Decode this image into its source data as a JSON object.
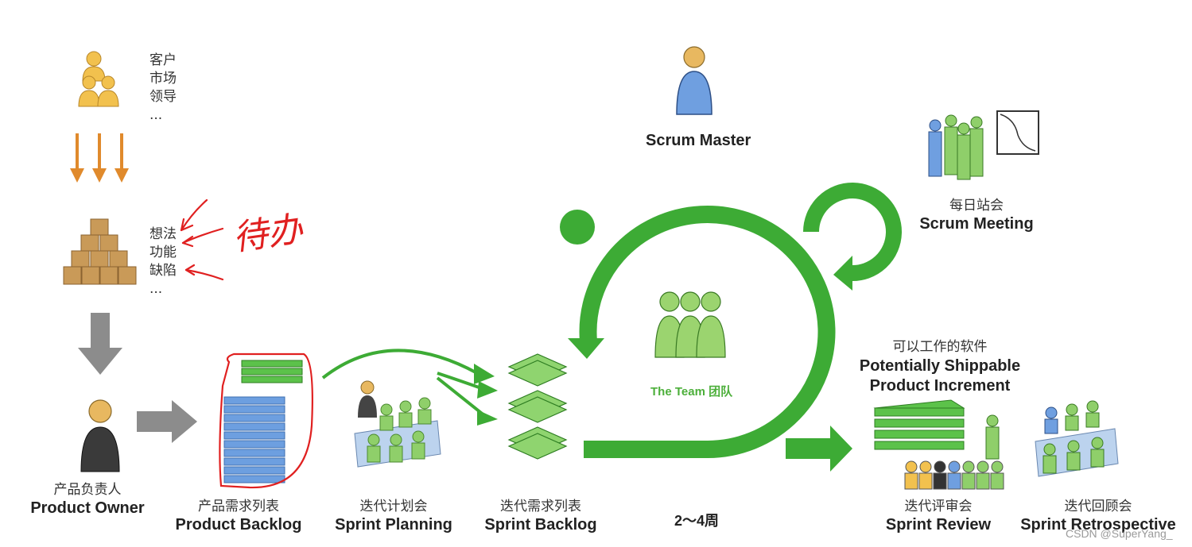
{
  "stakeholders": {
    "items": [
      "客户",
      "市场",
      "领导",
      "..."
    ]
  },
  "inputs": {
    "items": [
      "想法",
      "功能",
      "缺陷",
      "..."
    ],
    "annotation": "待办"
  },
  "product_owner": {
    "cn": "产品负责人",
    "en": "Product Owner"
  },
  "product_backlog": {
    "cn": "产品需求列表",
    "en": "Product Backlog"
  },
  "sprint_planning": {
    "cn": "迭代计划会",
    "en": "Sprint Planning"
  },
  "sprint_backlog": {
    "cn": "迭代需求列表",
    "en": "Sprint Backlog"
  },
  "scrum_master": {
    "en": "Scrum Master"
  },
  "scrum_meeting": {
    "cn": "每日站会",
    "en": "Scrum Meeting"
  },
  "team": {
    "label": "The Team 团队"
  },
  "duration": {
    "label": "2～4周"
  },
  "increment": {
    "cn": "可以工作的软件",
    "en1": "Potentially Shippable",
    "en2": "Product Increment"
  },
  "sprint_review": {
    "cn": "迭代评审会",
    "en": "Sprint Review"
  },
  "sprint_retrospective": {
    "cn": "迭代回顾会",
    "en": "Sprint Retrospective"
  },
  "watermark": "CSDN @SuperYang_",
  "colors": {
    "green": "#3dab35",
    "arrow_orange": "#e08a2c",
    "arrow_gray": "#8c8c8c",
    "annotation_red": "#e02020",
    "backlog_blue": "#6d9fe0"
  }
}
